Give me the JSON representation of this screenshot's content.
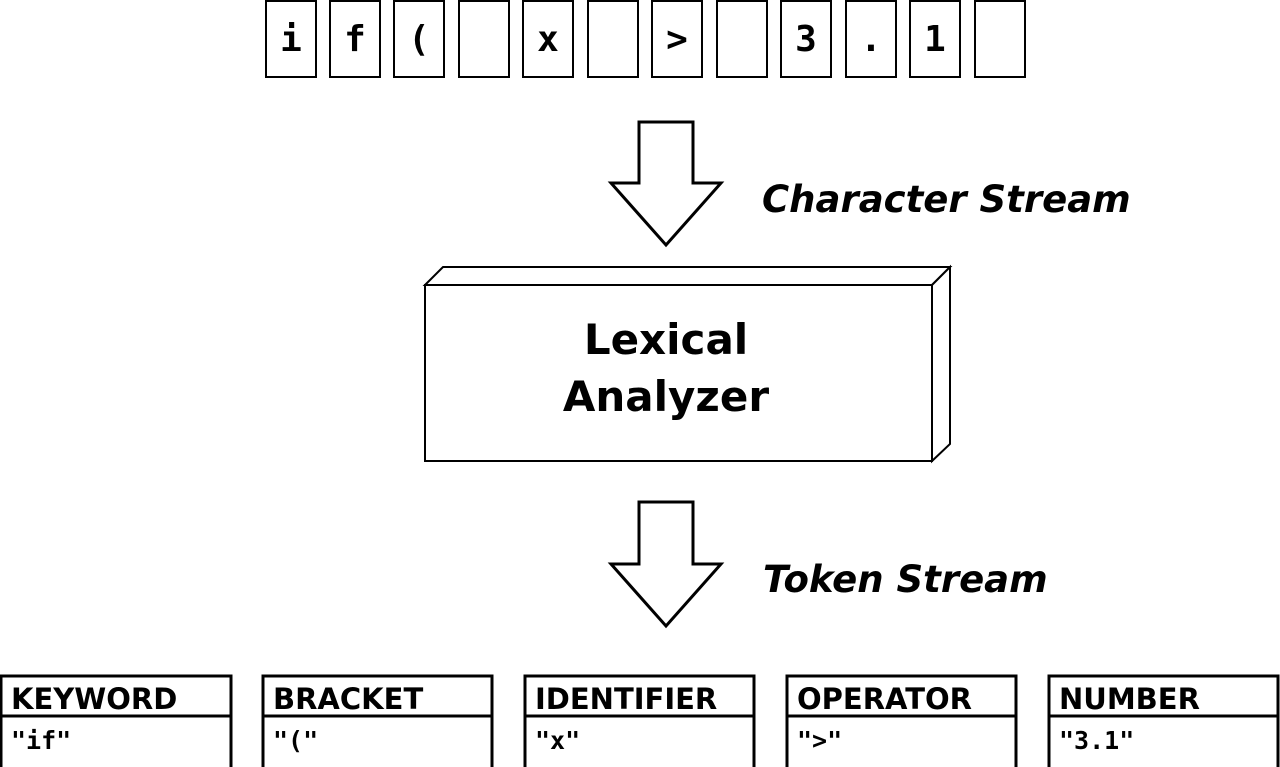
{
  "character_stream": {
    "label": "Character Stream",
    "cells": [
      "i",
      "f",
      "(",
      "",
      "x",
      "",
      ">",
      "",
      "3",
      ".",
      "1",
      ""
    ]
  },
  "analyzer": {
    "line1": "Lexical",
    "line2": "Analyzer"
  },
  "token_stream": {
    "label": "Token Stream",
    "tokens": [
      {
        "type": "KEYWORD",
        "value": "\"if\""
      },
      {
        "type": "BRACKET",
        "value": "\"(\""
      },
      {
        "type": "IDENTIFIER",
        "value": "\"x\""
      },
      {
        "type": "OPERATOR",
        "value": "\">\""
      },
      {
        "type": "NUMBER",
        "value": "\"3.1\""
      }
    ]
  }
}
